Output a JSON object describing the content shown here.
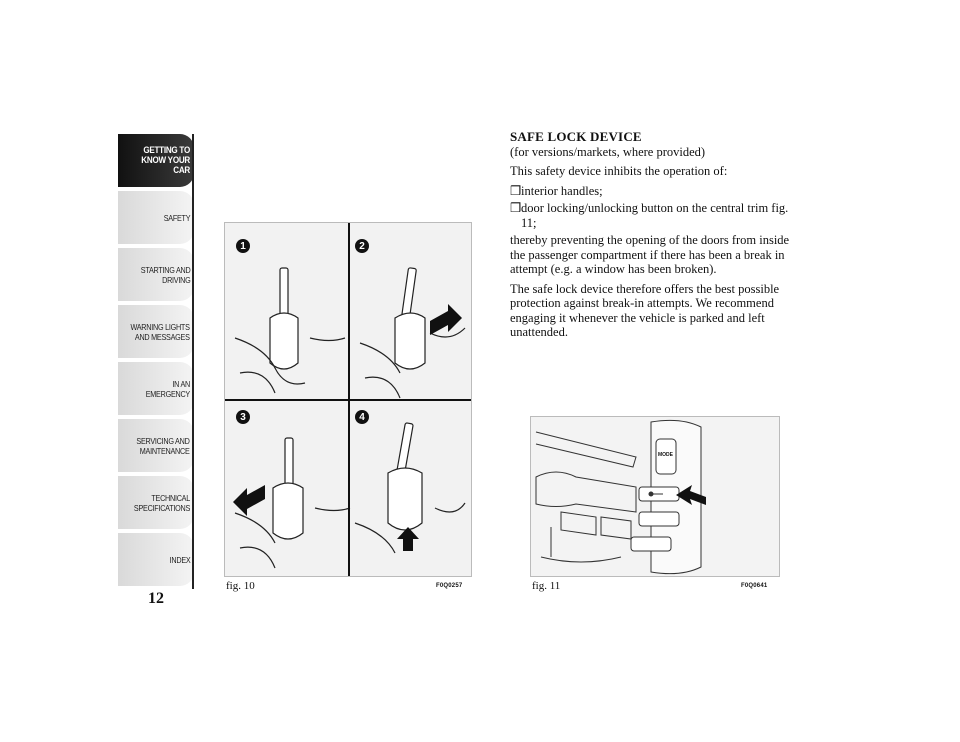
{
  "sidebar": {
    "tabs": [
      {
        "label": "GETTING TO\nKNOW YOUR CAR",
        "active": true
      },
      {
        "label": "SAFETY"
      },
      {
        "label": "STARTING AND\nDRIVING"
      },
      {
        "label": "WARNING LIGHTS\nAND MESSAGES"
      },
      {
        "label": "IN AN EMERGENCY"
      },
      {
        "label": "SERVICING AND\nMAINTENANCE"
      },
      {
        "label": "TECHNICAL\nSPECIFICATIONS"
      },
      {
        "label": "INDEX"
      }
    ],
    "page_number": "12"
  },
  "figure10": {
    "steps": [
      "1",
      "2",
      "3",
      "4"
    ],
    "caption": "fig. 10",
    "code": "F0Q0257"
  },
  "figure11": {
    "caption": "fig. 11",
    "code": "F0Q0641",
    "button_label": "MODE"
  },
  "content": {
    "title": "SAFE LOCK DEVICE",
    "subtitle": "(for versions/markets, where provided)",
    "intro": "This safety device inhibits the operation of:",
    "bullet_symbol": "❒",
    "bullets": [
      "interior handles;",
      "door locking/unlocking button on the central trim fig. 11;"
    ],
    "para1": "thereby preventing the opening of the doors from inside the passenger compartment if there has been a break in attempt (e.g. a window has been broken).",
    "para2": "The safe lock device therefore offers the best possible protection against break-in attempts. We recommend engaging it whenever the vehicle is parked and left unattended."
  }
}
